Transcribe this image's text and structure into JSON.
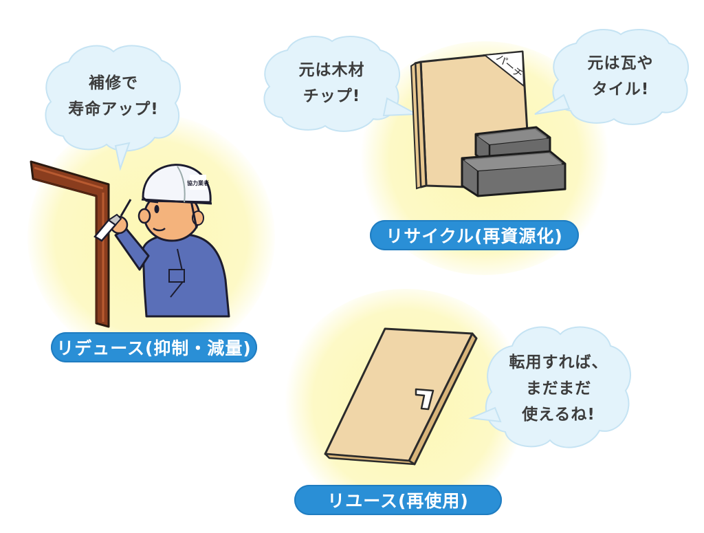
{
  "bubbles": {
    "reduce": {
      "line1": "補修で",
      "line2": "寿命アップ!"
    },
    "recycle_wood": {
      "line1": "元は木材",
      "line2": "チップ!"
    },
    "recycle_tile": {
      "line1": "元は瓦や",
      "line2": "タイル!"
    },
    "reuse": {
      "line1": "転用すれば、",
      "line2": "まだまだ",
      "line3": "使えるね!"
    }
  },
  "labels": {
    "reduce": "リデュース(抑制・減量)",
    "recycle": "リサイクル(再資源化)",
    "reuse": "リユース(再使用)"
  },
  "illustrations": {
    "helmet_text": "協力業者",
    "board_text": "パーチ"
  },
  "colors": {
    "label_blue": "#2a8fd6",
    "bubble_blue": "#e3f3fb",
    "glow_yellow": "#fdf8b4",
    "wood": "#f1d8a8",
    "uniform": "#5a6fb8"
  }
}
